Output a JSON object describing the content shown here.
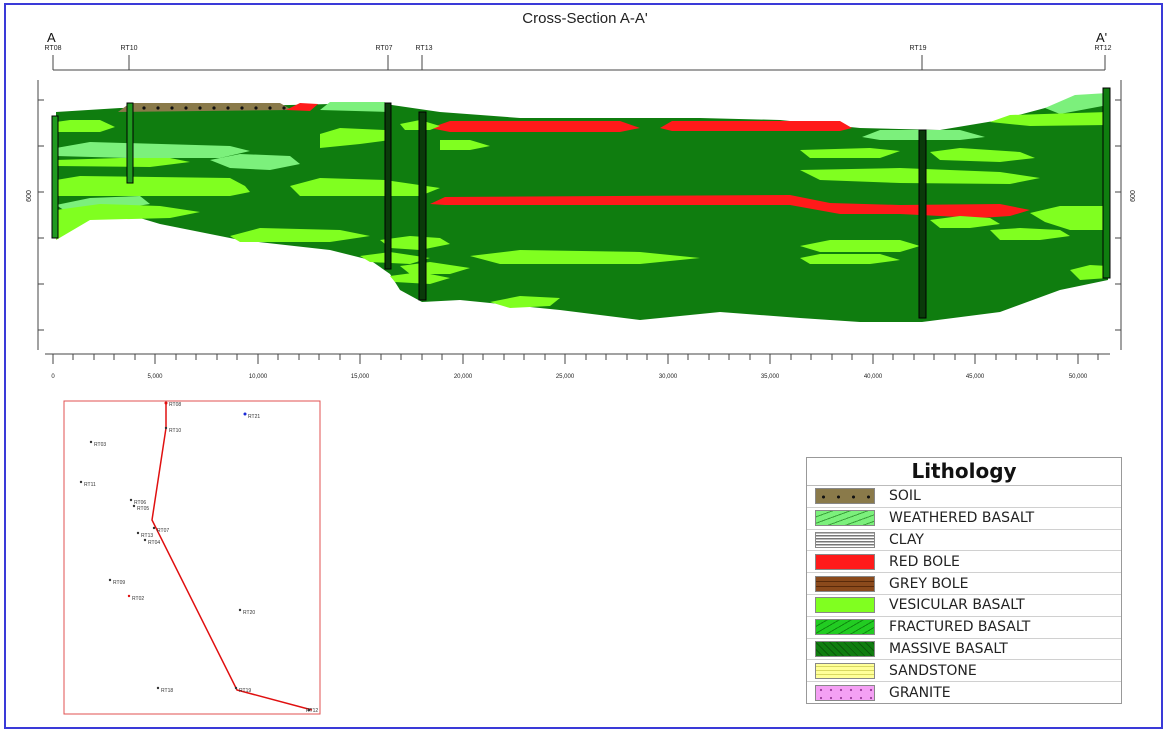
{
  "title": "Cross-Section A-A'",
  "end_labels": {
    "left": "A",
    "right": "A'"
  },
  "boreholes": [
    {
      "id": "RT08",
      "x_label": "RT08"
    },
    {
      "id": "RT10",
      "x_label": "RT10"
    },
    {
      "id": "RT07",
      "x_label": "RT07"
    },
    {
      "id": "RT13",
      "x_label": "RT13"
    },
    {
      "id": "RT19",
      "x_label": "RT19"
    },
    {
      "id": "RT12",
      "x_label": "RT12"
    }
  ],
  "side_axis_label": "600",
  "x_axis_ticks": [
    "0",
    "5,000",
    "10,000",
    "15,000",
    "20,000",
    "25,000",
    "30,000",
    "35,000",
    "40,000",
    "45,000",
    "50,000"
  ],
  "legend": {
    "title": "Lithology",
    "items": [
      {
        "label": "SOIL",
        "color": "#8a7a4a",
        "pattern": "dots"
      },
      {
        "label": "WEATHERED BASALT",
        "color": "#7cf07c",
        "pattern": "wavy"
      },
      {
        "label": "CLAY",
        "color": "#c8c8c8",
        "pattern": "hlines"
      },
      {
        "label": "RED BOLE",
        "color": "#ff1a1a",
        "pattern": "solid"
      },
      {
        "label": "GREY BOLE",
        "color": "#8b4a1c",
        "pattern": "bricks"
      },
      {
        "label": "VESICULAR BASALT",
        "color": "#80ff20",
        "pattern": "solid"
      },
      {
        "label": "FRACTURED BASALT",
        "color": "#22cc22",
        "pattern": "wavy"
      },
      {
        "label": "MASSIVE BASALT",
        "color": "#0f7d0f",
        "pattern": "vees"
      },
      {
        "label": "SANDSTONE",
        "color": "#ffff99",
        "pattern": "hlines"
      },
      {
        "label": "GRANITE",
        "color": "#f4a0f4",
        "pattern": "dots"
      }
    ]
  },
  "map_points": [
    "RT08",
    "RT21",
    "RT10",
    "RT03",
    "RT11",
    "RT06",
    "RT05",
    "RT07",
    "RT13",
    "RT04",
    "RT09",
    "RT02",
    "RT20",
    "RT18",
    "RT19",
    "RT12"
  ],
  "colors": {
    "frame": "#3a3ad8",
    "section_line": "#e01010",
    "map_border": "#e05050"
  }
}
